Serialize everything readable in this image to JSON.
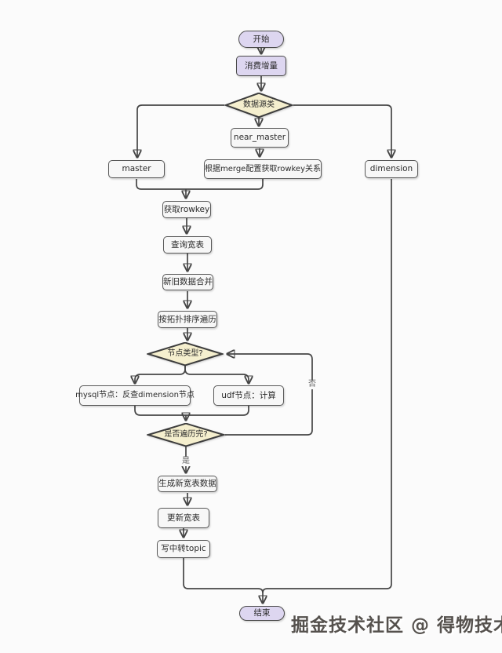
{
  "diagram": {
    "nodes": {
      "start": {
        "label": "开始"
      },
      "consume": {
        "label": "消费增量"
      },
      "source_type": {
        "label": "数据源类"
      },
      "near_master": {
        "label": "near_master"
      },
      "master": {
        "label": "master"
      },
      "merge_config": {
        "label": "根据merge配置获取rowkey关系"
      },
      "dimension": {
        "label": "dimension"
      },
      "get_rowkey": {
        "label": "获取rowkey"
      },
      "query_wide_table": {
        "label": "查询宽表"
      },
      "merge_old_new": {
        "label": "新旧数据合并"
      },
      "topo_traverse": {
        "label": "按拓扑排序遍历"
      },
      "node_type": {
        "label": "节点类型?"
      },
      "mysql_node": {
        "label": "mysql节点：反查dimension节点"
      },
      "udf_node": {
        "label": "udf节点：计算"
      },
      "traverse_done": {
        "label": "是否遍历完?"
      },
      "gen_wide_data": {
        "label": "生成新宽表数据"
      },
      "update_wide": {
        "label": "更新宽表"
      },
      "write_topic": {
        "label": "写中转topic"
      },
      "end": {
        "label": "结束"
      }
    },
    "edge_labels": {
      "yes": "是",
      "no": "否"
    },
    "colors": {
      "terminal_fill": "#ddd6f0",
      "decision_fill": "#f5efce",
      "process_fill": "#f7f7f7",
      "line": "#454545",
      "background": "#fbfbfb"
    }
  },
  "watermark": {
    "text": "掘金技术社区 @ 得物技术"
  }
}
